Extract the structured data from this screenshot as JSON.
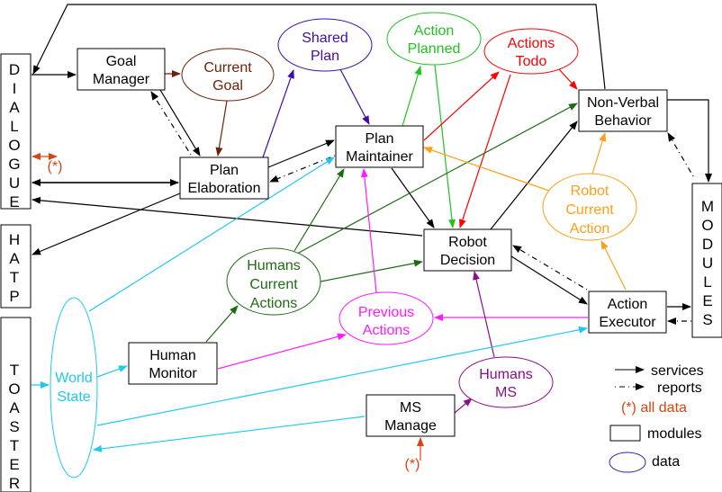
{
  "colors": {
    "black": "#000000",
    "brown": "#6b2308",
    "purple": "#3d0fa8",
    "green": "#1fc21f",
    "red": "#ff0000",
    "darkgreen": "#1e6b14",
    "orange": "#ff9f17",
    "cyan": "#1ec8f0",
    "magenta": "#ff1aff",
    "violet": "#8b0f8b",
    "allData": "#d9450f",
    "legendData": "#3d1fa8"
  },
  "sideModules": [
    {
      "id": "dialogue",
      "letters": [
        "D",
        "I",
        "A",
        "L",
        "O",
        "G",
        "U",
        "E"
      ]
    },
    {
      "id": "hatp",
      "letters": [
        "H",
        "A",
        "T",
        "P"
      ]
    },
    {
      "id": "toaster",
      "letters": [
        "T",
        "O",
        "A",
        "S",
        "T",
        "E",
        "R"
      ]
    },
    {
      "id": "modules",
      "letters": [
        "M",
        "O",
        "D",
        "U",
        "L",
        "E",
        "S"
      ]
    }
  ],
  "modules": [
    {
      "id": "goal-manager",
      "lines": [
        "Goal",
        "Manager"
      ]
    },
    {
      "id": "plan-elaboration",
      "lines": [
        "Plan",
        "Elaboration"
      ]
    },
    {
      "id": "plan-maintainer",
      "lines": [
        "Plan",
        "Maintainer"
      ]
    },
    {
      "id": "non-verbal-behavior",
      "lines": [
        "Non-Verbal",
        "Behavior"
      ]
    },
    {
      "id": "robot-decision",
      "lines": [
        "Robot",
        "Decision"
      ]
    },
    {
      "id": "action-executor",
      "lines": [
        "Action",
        "Executor"
      ]
    },
    {
      "id": "human-monitor",
      "lines": [
        "Human",
        "Monitor"
      ]
    },
    {
      "id": "ms-manage",
      "lines": [
        "MS",
        "Manage"
      ]
    }
  ],
  "dataNodes": [
    {
      "id": "current-goal",
      "lines": [
        "Current",
        "Goal"
      ],
      "color": "brown"
    },
    {
      "id": "shared-plan",
      "lines": [
        "Shared",
        "Plan"
      ],
      "color": "purple"
    },
    {
      "id": "action-planned",
      "lines": [
        "Action",
        "Planned"
      ],
      "color": "green"
    },
    {
      "id": "actions-todo",
      "lines": [
        "Actions",
        "Todo"
      ],
      "color": "red"
    },
    {
      "id": "robot-current-action",
      "lines": [
        "Robot",
        "Current",
        "Action"
      ],
      "color": "orange"
    },
    {
      "id": "humans-current-actions",
      "lines": [
        "Humans",
        "Current",
        "Actions"
      ],
      "color": "darkgreen"
    },
    {
      "id": "previous-actions",
      "lines": [
        "Previous",
        "Actions"
      ],
      "color": "magenta"
    },
    {
      "id": "humans-ms",
      "lines": [
        "Humans",
        "MS"
      ],
      "color": "violet"
    },
    {
      "id": "world-state",
      "lines": [
        "World",
        "State"
      ],
      "color": "cyan"
    }
  ],
  "annotations": {
    "dialogueAllData": "(*)",
    "msManageAllData": "(*)"
  },
  "legend": {
    "services": "services",
    "reports": "reports",
    "allData": "(*) all data",
    "modules": "modules",
    "data": "data"
  }
}
